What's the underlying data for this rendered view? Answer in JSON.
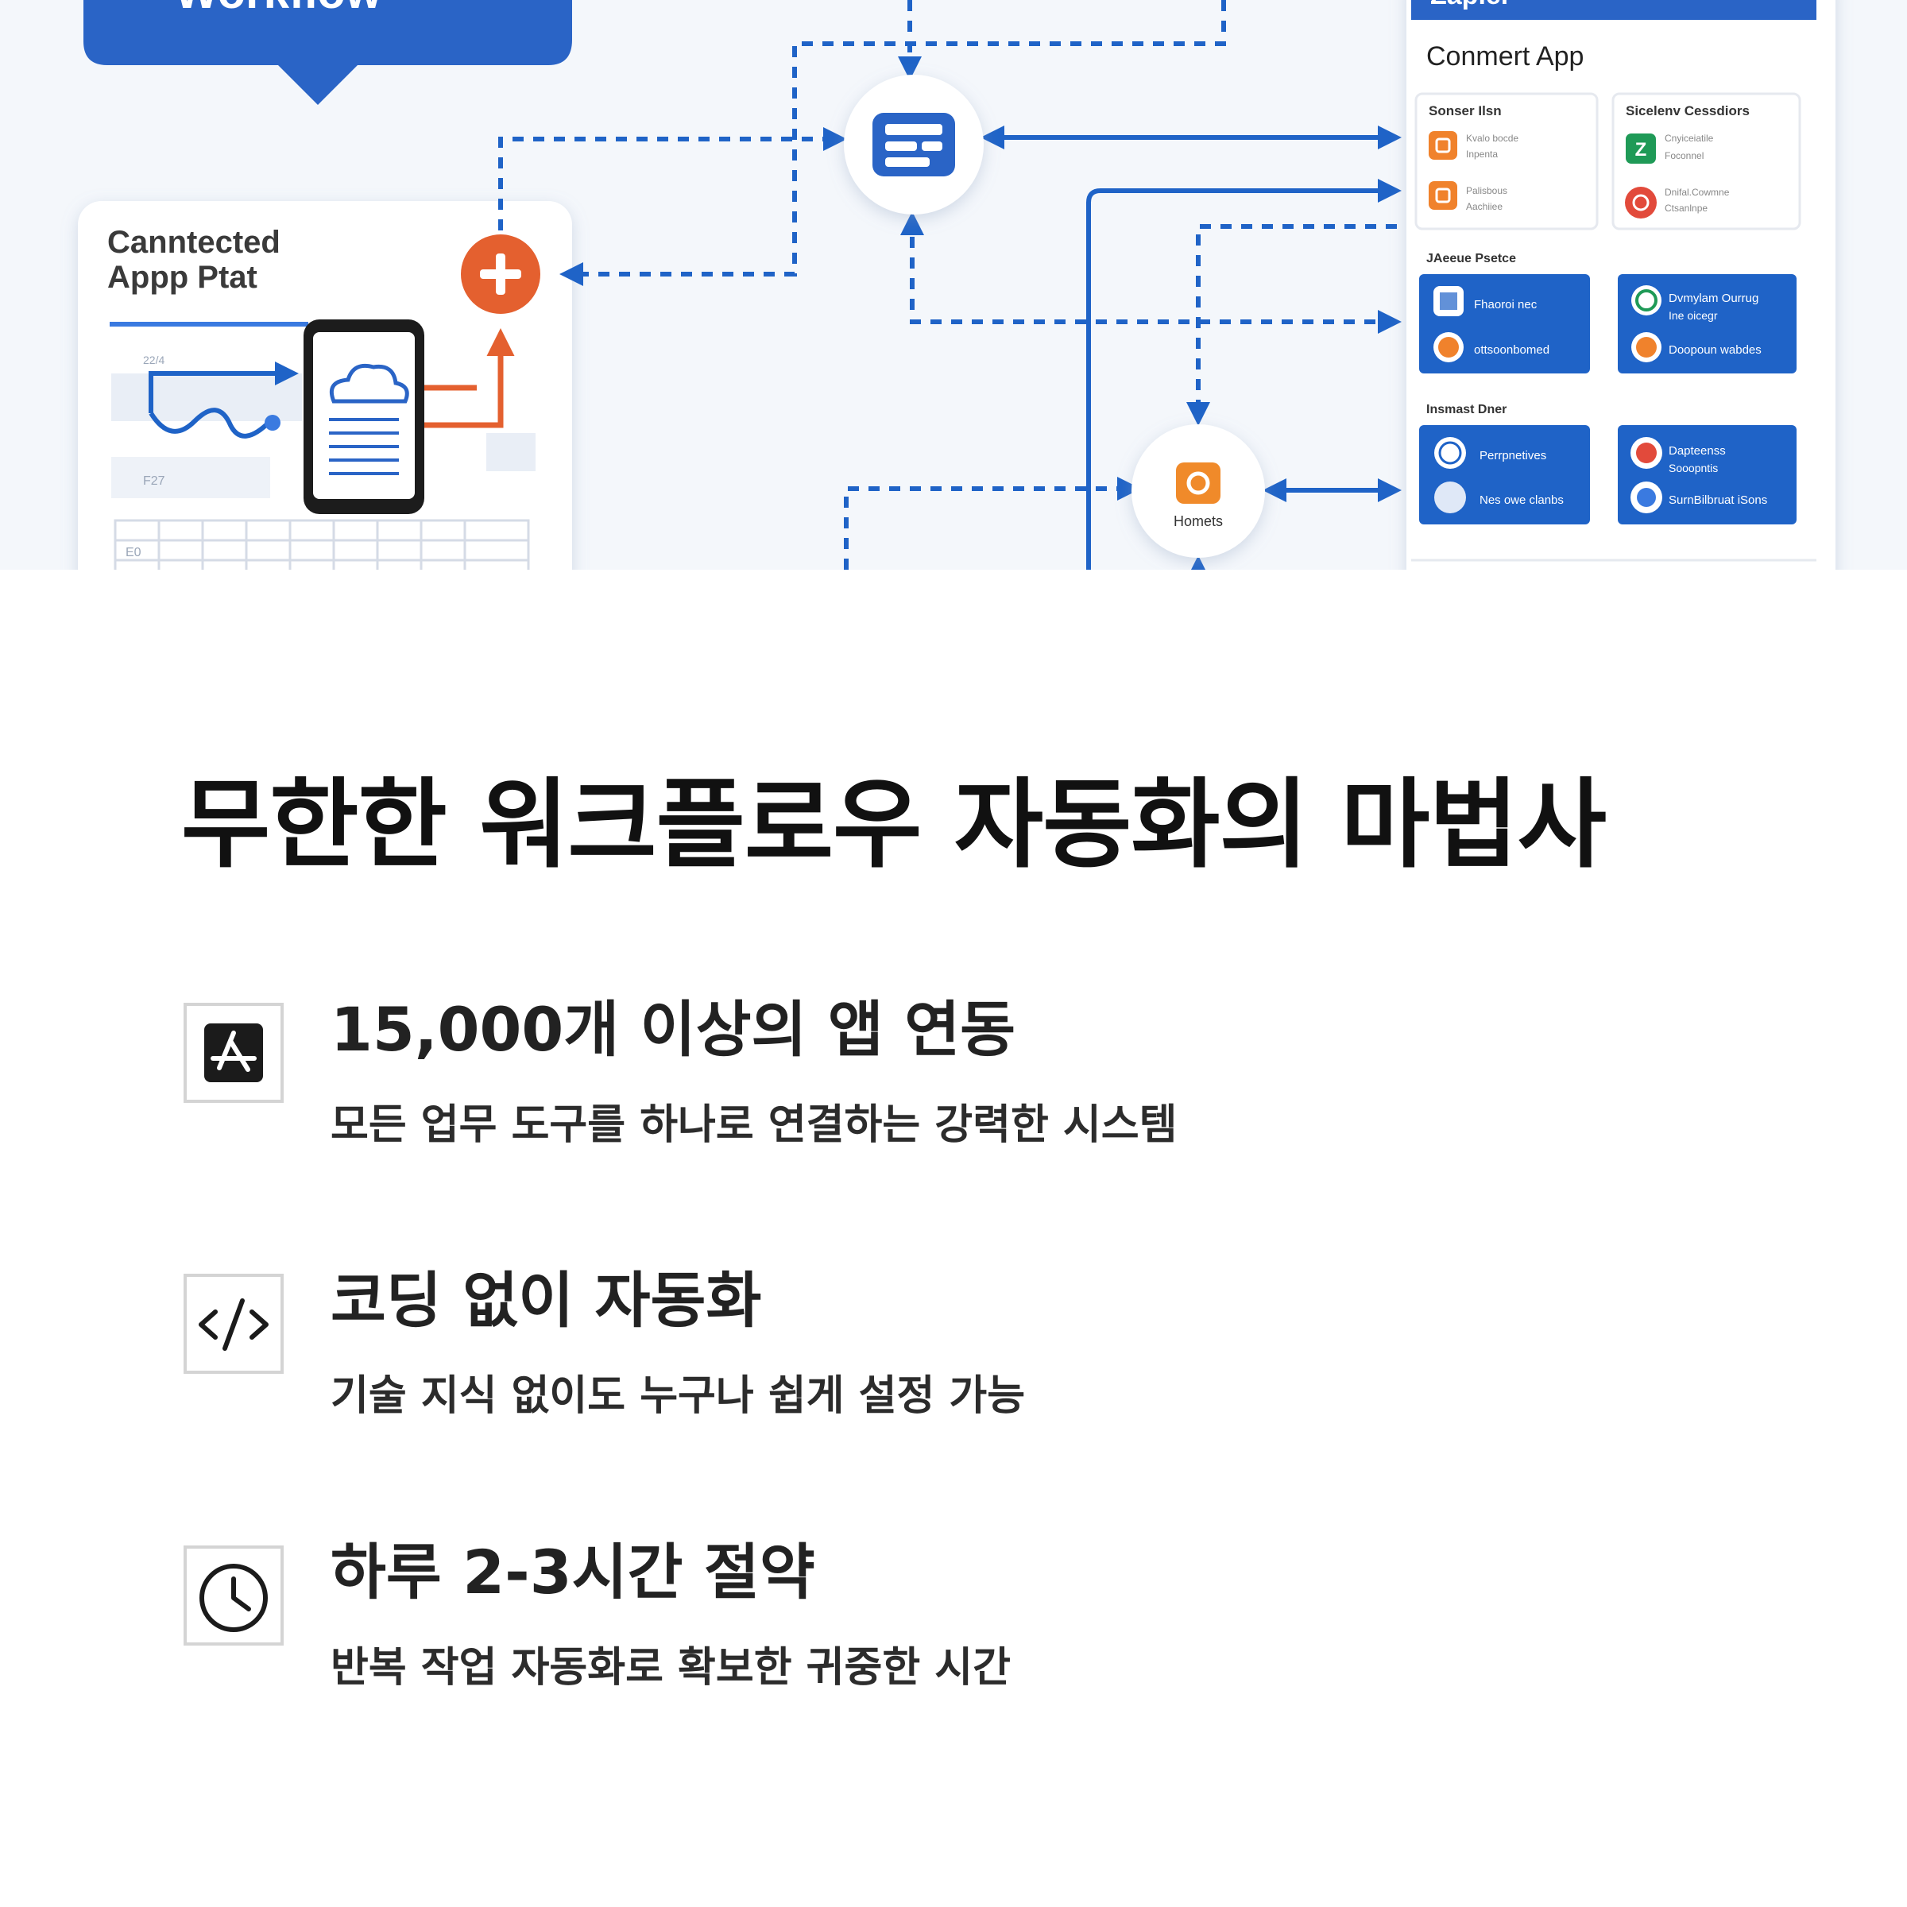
{
  "hero": {
    "callout_text": "Workflow",
    "left_panel": {
      "title_line1": "Canntected",
      "title_line2": "Appp Ptat",
      "kbd_key": "E0",
      "field_a": "22/4",
      "field_b": "F27"
    },
    "right_panel": {
      "brand": "Zapier",
      "app_title": "Conmert App",
      "card1": {
        "title": "Sonser Ilsn",
        "row1a": "Kvalo bocde",
        "row1b": "Inpenta",
        "row2a": "Palisbous",
        "row2b": "Aachiiee"
      },
      "card2": {
        "title": "Sicelenv Cessdiors",
        "row1a": "Cnyiceiatile",
        "row1b": "Foconnel",
        "row2a": "Dnifal.Cowmne",
        "row2b": "Ctsanlnpe"
      },
      "section2_label": "JAeeue Psetce",
      "blue1": {
        "row1": "Fhaoroi nec",
        "row2": "ottsoonbomed"
      },
      "blue2": {
        "row1a": "Dvmylam Ourrug",
        "row1b": "Ine oicegr",
        "row2": "Doopoun wabdes"
      },
      "section3_label": "Insmast Dner",
      "blue3": {
        "row1": "Perrpnetives",
        "row2": "Nes owe clanbs"
      },
      "blue4": {
        "row1a": "Dapteenss",
        "row1b": "Sooopntis",
        "row2": "SurnBilbruat iSons"
      }
    },
    "node_label": "Homets",
    "colors": {
      "blue": "#1f63c7",
      "orange": "#e4602f",
      "green": "#1f9a57",
      "red": "#e24a3b",
      "dashed": "#1f63c7"
    }
  },
  "title": "무한한 워크플로우 자동화의 마법사",
  "features": [
    {
      "icon": "app-store-icon",
      "title": "15,000개 이상의 앱 연동",
      "desc": "모든 업무 도구를 하나로 연결하는 강력한 시스템"
    },
    {
      "icon": "code-icon",
      "title": "코딩 없이 자동화",
      "desc": "기술 지식 없이도 누구나 쉽게 설정 가능"
    },
    {
      "icon": "clock-icon",
      "title": "하루 2-3시간 절약",
      "desc": "반복 작업 자동화로 확보한 귀중한 시간"
    }
  ]
}
